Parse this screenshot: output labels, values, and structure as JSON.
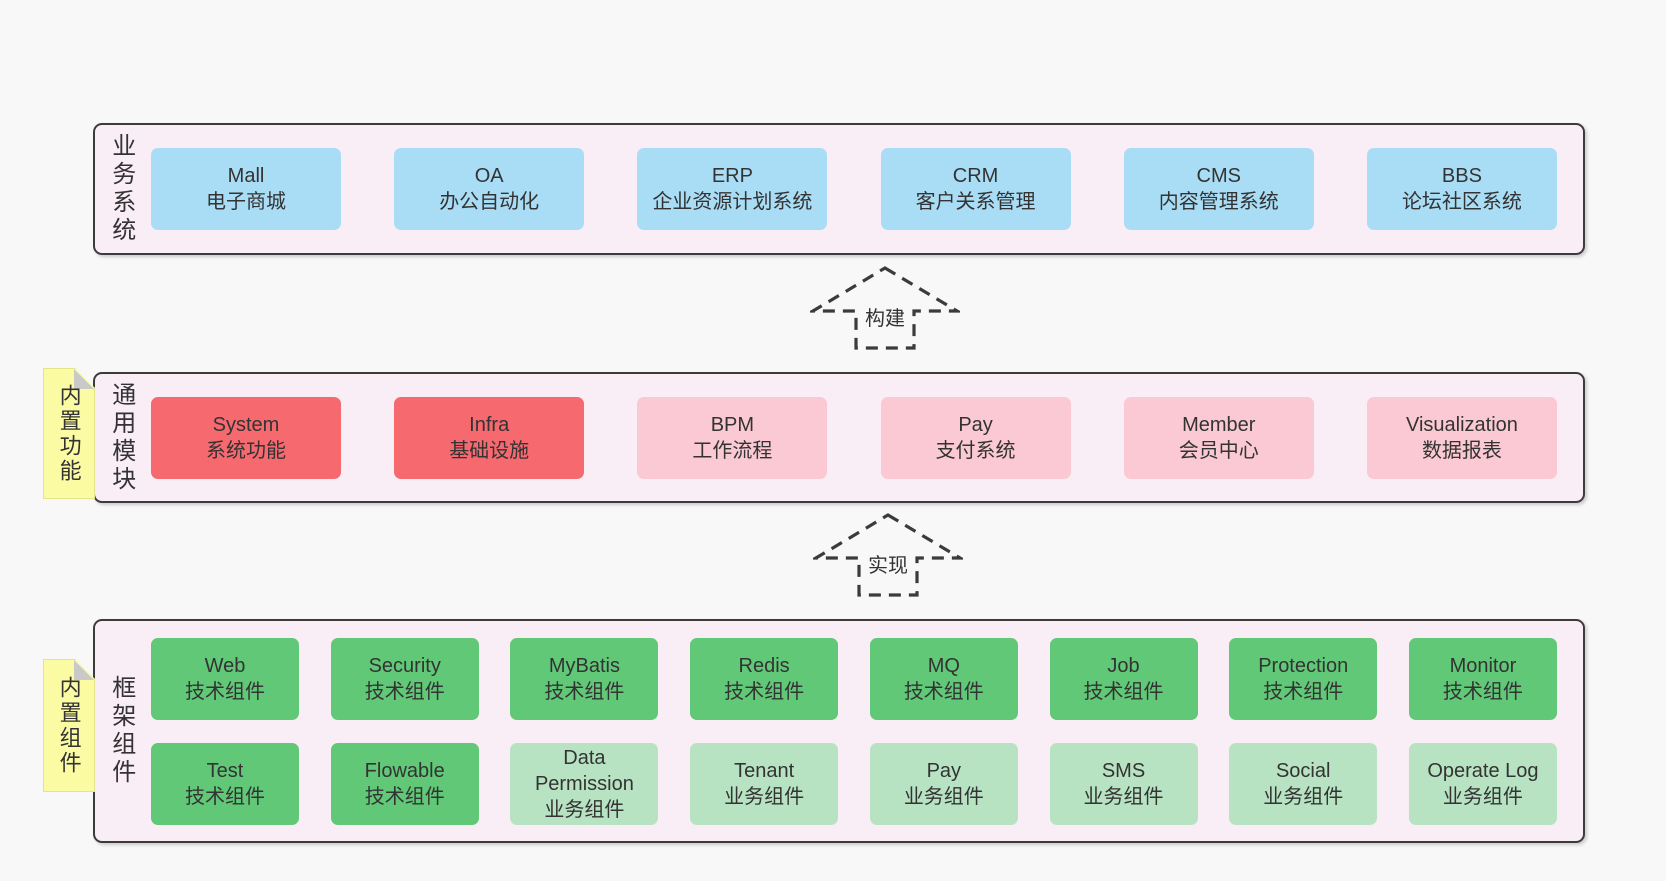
{
  "colors": {
    "page_bg": "#f8f8f8",
    "container_bg": "#f9edf6",
    "container_border": "#3c3c3c",
    "text": "#333333",
    "arrow": "#3b3b3b",
    "note_bg": "#fbfba3",
    "note_border": "#e4e489",
    "note_fold": "#c9c9c9",
    "blue": "#a9ddf5",
    "red": "#f5696f",
    "pink": "#fac9d3",
    "green": "#60c877",
    "lightgreen": "#b7e3c3"
  },
  "layers": [
    {
      "side_label": "业务系统",
      "rows": [
        [
          {
            "name": "Mall",
            "desc": "电子商城",
            "variant": "blue"
          },
          {
            "name": "OA",
            "desc": "办公自动化",
            "variant": "blue"
          },
          {
            "name": "ERP",
            "desc": "企业资源计划系统",
            "variant": "blue"
          },
          {
            "name": "CRM",
            "desc": "客户关系管理",
            "variant": "blue"
          },
          {
            "name": "CMS",
            "desc": "内容管理系统",
            "variant": "blue"
          },
          {
            "name": "BBS",
            "desc": "论坛社区系统",
            "variant": "blue"
          }
        ]
      ]
    },
    {
      "side_label": "通用模块",
      "note": "内置功能",
      "rows": [
        [
          {
            "name": "System",
            "desc": "系统功能",
            "variant": "red"
          },
          {
            "name": "Infra",
            "desc": "基础设施",
            "variant": "red"
          },
          {
            "name": "BPM",
            "desc": "工作流程",
            "variant": "pink"
          },
          {
            "name": "Pay",
            "desc": "支付系统",
            "variant": "pink"
          },
          {
            "name": "Member",
            "desc": "会员中心",
            "variant": "pink"
          },
          {
            "name": "Visualization",
            "desc": "数据报表",
            "variant": "pink"
          }
        ]
      ]
    },
    {
      "side_label": "框架组件",
      "note": "内置组件",
      "rows": [
        [
          {
            "name": "Web",
            "desc": "技术组件",
            "variant": "green"
          },
          {
            "name": "Security",
            "desc": "技术组件",
            "variant": "green"
          },
          {
            "name": "MyBatis",
            "desc": "技术组件",
            "variant": "green"
          },
          {
            "name": "Redis",
            "desc": "技术组件",
            "variant": "green"
          },
          {
            "name": "MQ",
            "desc": "技术组件",
            "variant": "green"
          },
          {
            "name": "Job",
            "desc": "技术组件",
            "variant": "green"
          },
          {
            "name": "Protection",
            "desc": "技术组件",
            "variant": "green"
          },
          {
            "name": "Monitor",
            "desc": "技术组件",
            "variant": "green"
          }
        ],
        [
          {
            "name": "Test",
            "desc": "技术组件",
            "variant": "green"
          },
          {
            "name": "Flowable",
            "desc": "技术组件",
            "variant": "green"
          },
          {
            "name": "Data Permission",
            "desc": "业务组件",
            "variant": "lightgreen"
          },
          {
            "name": "Tenant",
            "desc": "业务组件",
            "variant": "lightgreen"
          },
          {
            "name": "Pay",
            "desc": "业务组件",
            "variant": "lightgreen"
          },
          {
            "name": "SMS",
            "desc": "业务组件",
            "variant": "lightgreen"
          },
          {
            "name": "Social",
            "desc": "业务组件",
            "variant": "lightgreen"
          },
          {
            "name": "Operate Log",
            "desc": "业务组件",
            "variant": "lightgreen"
          }
        ]
      ]
    }
  ],
  "arrows": [
    {
      "label": "构建"
    },
    {
      "label": "实现"
    }
  ]
}
